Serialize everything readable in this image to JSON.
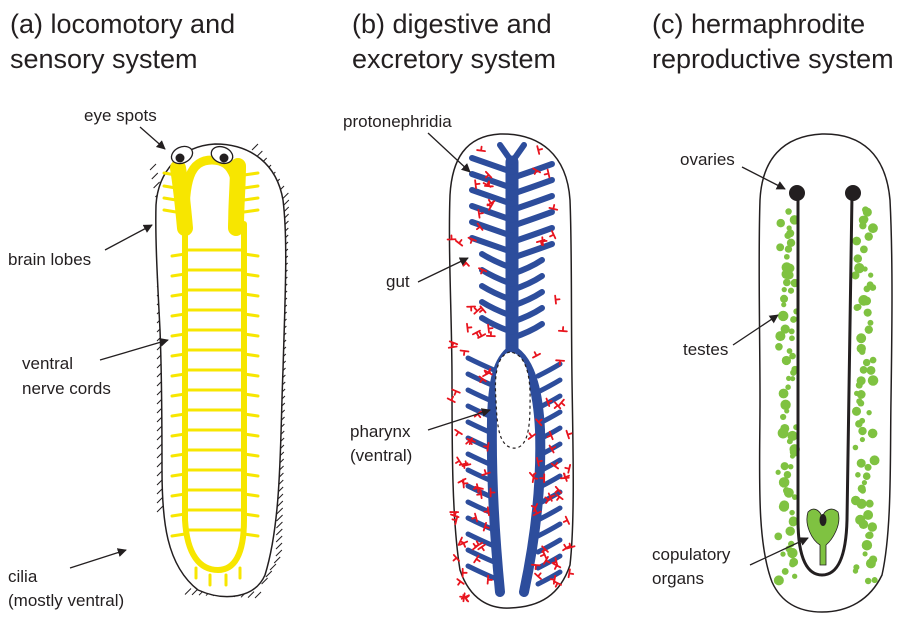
{
  "panels": [
    {
      "title_line1": "(a) locomotory and",
      "title_line2": "sensory system",
      "labels": {
        "eye_spots": "eye spots",
        "brain_lobes": "brain lobes",
        "ventral_line1": "ventral",
        "ventral_line2": "nerve cords",
        "cilia_line1": "cilia",
        "cilia_line2": "(mostly ventral)"
      }
    },
    {
      "title_line1": "(b) digestive and",
      "title_line2": "excretory system",
      "labels": {
        "protonephridia": "protonephridia",
        "gut": "gut",
        "pharynx_line1": "pharynx",
        "pharynx_line2": "(ventral)"
      }
    },
    {
      "title_line1": "(c) hermaphrodite",
      "title_line2": "reproductive system",
      "labels": {
        "ovaries": "ovaries",
        "testes": "testes",
        "copulatory_line1": "copulatory",
        "copulatory_line2": "organs"
      }
    }
  ],
  "colors": {
    "nervous": "#f7e600",
    "gut": "#2d4d9c",
    "protonephridia": "#e8141e",
    "testes": "#7fc241",
    "outline": "#231f20"
  }
}
